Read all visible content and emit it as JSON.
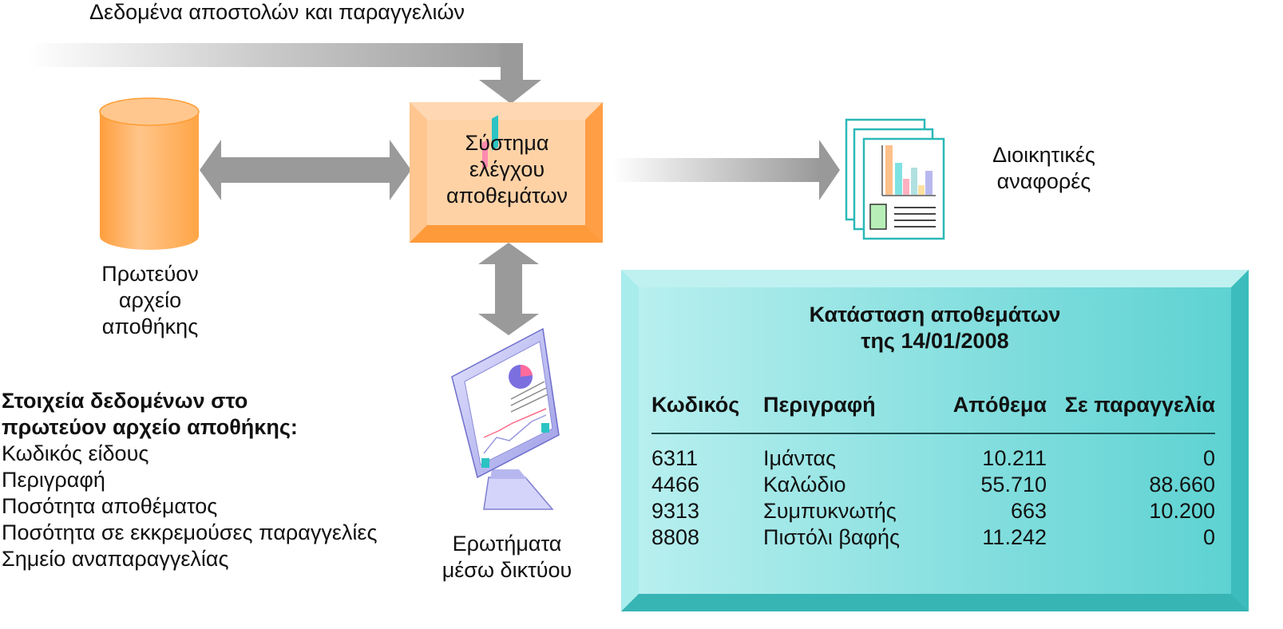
{
  "diagram": {
    "top_flow_label": "Δεδομένα αποστολών και παραγγελιών",
    "system_label": "Σύστημα\nελέγχου\nαποθεμάτων",
    "master_file_label": "Πρωτεύον\nαρχείο\nαποθήκης",
    "reports_label": "Διοικητικές\nαναφορές",
    "queries_label": "Ερωτήματα\nμέσω δικτύου",
    "colors": {
      "system_box": "#ffc999",
      "cylinder": "#ffb15e",
      "arrow": "#9a9a9a",
      "panel": "#7fdcdc",
      "report_border": "#2ab8b8",
      "monitor": "#c9c9f5"
    }
  },
  "data_elements": {
    "title": "Στοιχεία δεδομένων στο\nπρωτεύον αρχείο αποθήκης:",
    "items": [
      "Κωδικός είδους",
      "Περιγραφή",
      "Ποσότητα αποθέματος",
      "Ποσότητα σε εκκρεμούσες παραγγελίες",
      "Σημείο αναπαραγγελίας"
    ]
  },
  "status_report": {
    "title": "Κατάσταση αποθεμάτων\nτης 14/01/2008",
    "columns": [
      "Κωδικός",
      "Περιγραφή",
      "Απόθεμα",
      "Σε παραγγελία"
    ],
    "rows": [
      [
        "6311",
        "Ιμάντας",
        "10.211",
        "0"
      ],
      [
        "4466",
        "Καλώδιο",
        "55.710",
        "88.660"
      ],
      [
        "9313",
        "Συμπυκνωτής",
        "663",
        "10.200"
      ],
      [
        "8808",
        "Πιστόλι βαφής",
        "11.242",
        "0"
      ]
    ]
  }
}
